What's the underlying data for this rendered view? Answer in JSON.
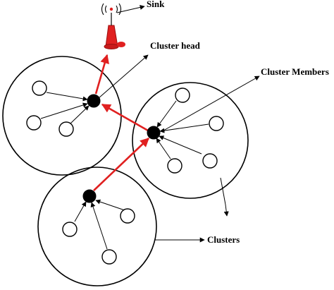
{
  "labels": {
    "sink": "Sink",
    "cluster_head": "Cluster head",
    "cluster_members": "Cluster Members",
    "clusters": "Clusters"
  },
  "colors": {
    "link_to_sink": "#e02020",
    "sink_tower": "#e02020",
    "cluster_head": "#000000"
  },
  "icons": {
    "sink": "antenna-tower-icon"
  }
}
